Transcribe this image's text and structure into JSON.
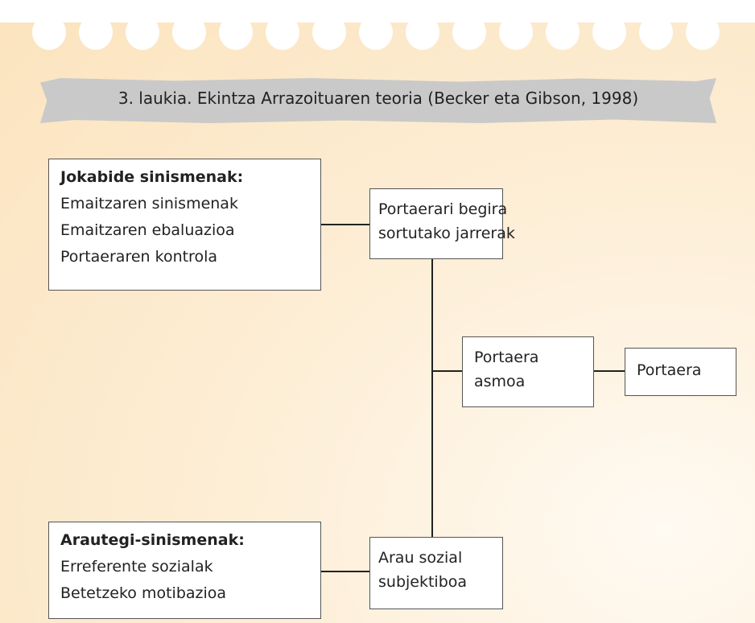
{
  "title": "3. laukia. Ekintza Arrazoituaren teoria (Becker eta Gibson, 1998)",
  "boxes": {
    "jokabide": {
      "heading": "Jokabide sinismenak:",
      "items": [
        "Emaitzaren sinismenak",
        "Emaitzaren ebaluazioa",
        "Portaeraren kontrola"
      ]
    },
    "portaerari": {
      "lines": [
        "Portaerari begira",
        "sortutako jarrerak"
      ]
    },
    "asmoa": {
      "lines": [
        "Portaera",
        "asmoa"
      ]
    },
    "portaera": {
      "label": "Portaera"
    },
    "arautegi": {
      "heading": "Arautegi-sinismenak:",
      "items": [
        "Erreferente sozialak",
        "Betetzeko motibazioa"
      ]
    },
    "arau": {
      "lines": [
        "Arau sozial",
        "subjektiboa"
      ]
    }
  },
  "colors": {
    "background": "#fdeed6",
    "title_band": "#c9c9c9",
    "box_border": "#555555",
    "connector": "#222222"
  }
}
